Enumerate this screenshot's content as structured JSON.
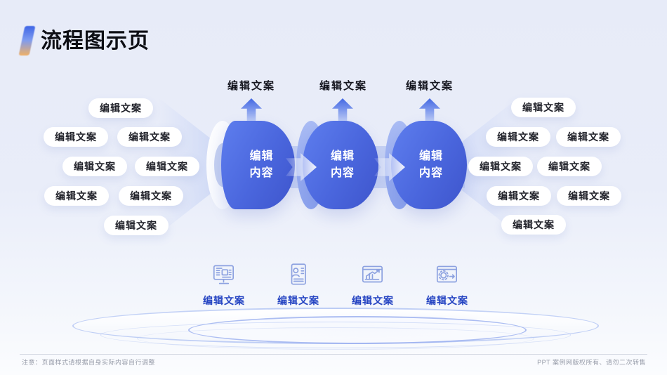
{
  "header": {
    "title": "流程图示页"
  },
  "theme": {
    "background": "#e9edf9",
    "cylinder_blue": "#4a66dd",
    "accent_text_blue": "#2544c2",
    "pill_background": "#ffffff",
    "dark_text": "#15161f"
  },
  "flow": {
    "stages": [
      {
        "top_label": "编辑文案",
        "label": "编辑内容"
      },
      {
        "top_label": "编辑文案",
        "label": "编辑内容"
      },
      {
        "top_label": "编辑文案",
        "label": "编辑内容"
      }
    ],
    "left_pills": [
      "编辑文案",
      "编辑文案",
      "编辑文案",
      "编辑文案",
      "编辑文案",
      "编辑文案",
      "编辑文案",
      "编辑文案"
    ],
    "right_pills": [
      "编辑文案",
      "编辑文案",
      "编辑文案",
      "编辑文案",
      "编辑文案",
      "编辑文案",
      "编辑文案",
      "编辑文案"
    ]
  },
  "bottom_items": [
    {
      "icon": "monitor-icon",
      "label": "编辑文案"
    },
    {
      "icon": "id-card-icon",
      "label": "编辑文案"
    },
    {
      "icon": "chart-window-icon",
      "label": "编辑文案"
    },
    {
      "icon": "gear-window-icon",
      "label": "编辑文案"
    }
  ],
  "footer": {
    "note": "注意：页面样式请根据自身实际内容自行调整",
    "copyright": "PPT 案例网版权所有、请勿二次转售"
  }
}
